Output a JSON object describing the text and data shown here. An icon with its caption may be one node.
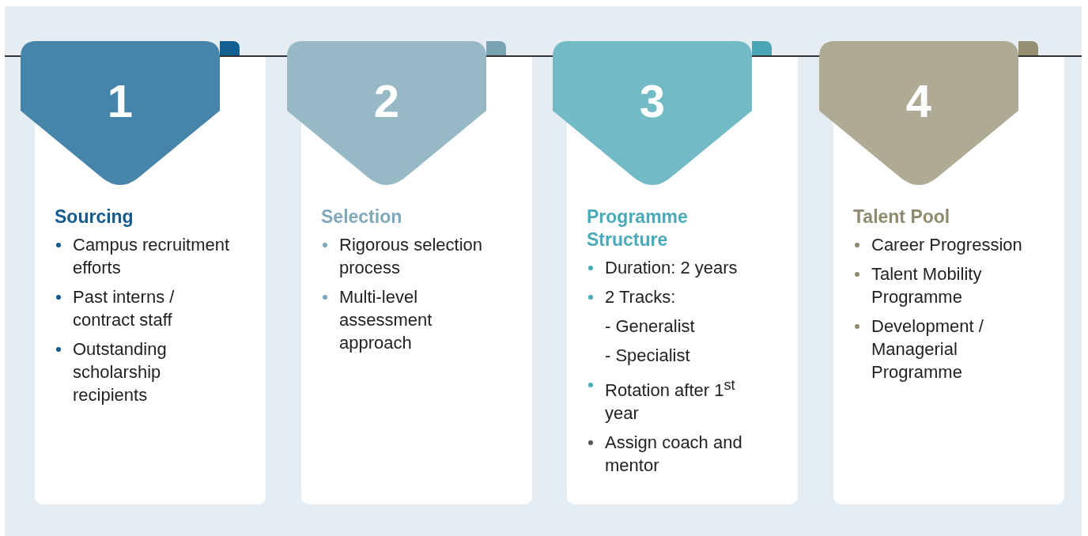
{
  "diagram": {
    "nodes": [
      {
        "text": [
          "1"
        ]
      },
      {
        "text": [
          "Sourcing",
          "Campus recruitment efforts",
          "Past interns / contract staff",
          "Outstanding scholarship recipients"
        ]
      },
      {
        "text": [
          "2"
        ]
      },
      {
        "text": [
          "Selection",
          "Rigorous selection process",
          "Multi-level assessment approach"
        ]
      },
      {
        "text": [
          "3"
        ]
      },
      {
        "text": [
          "Programme Structure",
          "Duration: 2 years",
          "2 Tracks:",
          "- Generalist",
          "- Specialist",
          "Rotation after 1$^{st}$ year",
          "Assign coach and mentor"
        ]
      },
      {
        "text": [
          "4"
        ]
      },
      {
        "text": [
          "Talent Pool",
          "Career Progression",
          "Talent Mobility Programme",
          "Development / Managerial Programme"
        ]
      }
    ],
    "edges": []
  }
}
